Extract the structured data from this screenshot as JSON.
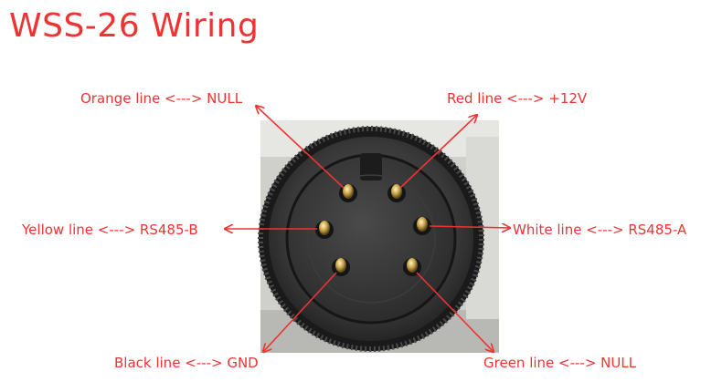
{
  "title": "WSS-26 Wiring",
  "colors": {
    "accent": "#ee3333"
  },
  "labels": {
    "orange": "Orange line <---> NULL",
    "red": "Red line <---> +12V",
    "yellow": "Yellow line <---> RS485-B",
    "white": "White line <---> RS485-A",
    "black": "Black line <---> GND",
    "green": "Green line <---> NULL"
  }
}
